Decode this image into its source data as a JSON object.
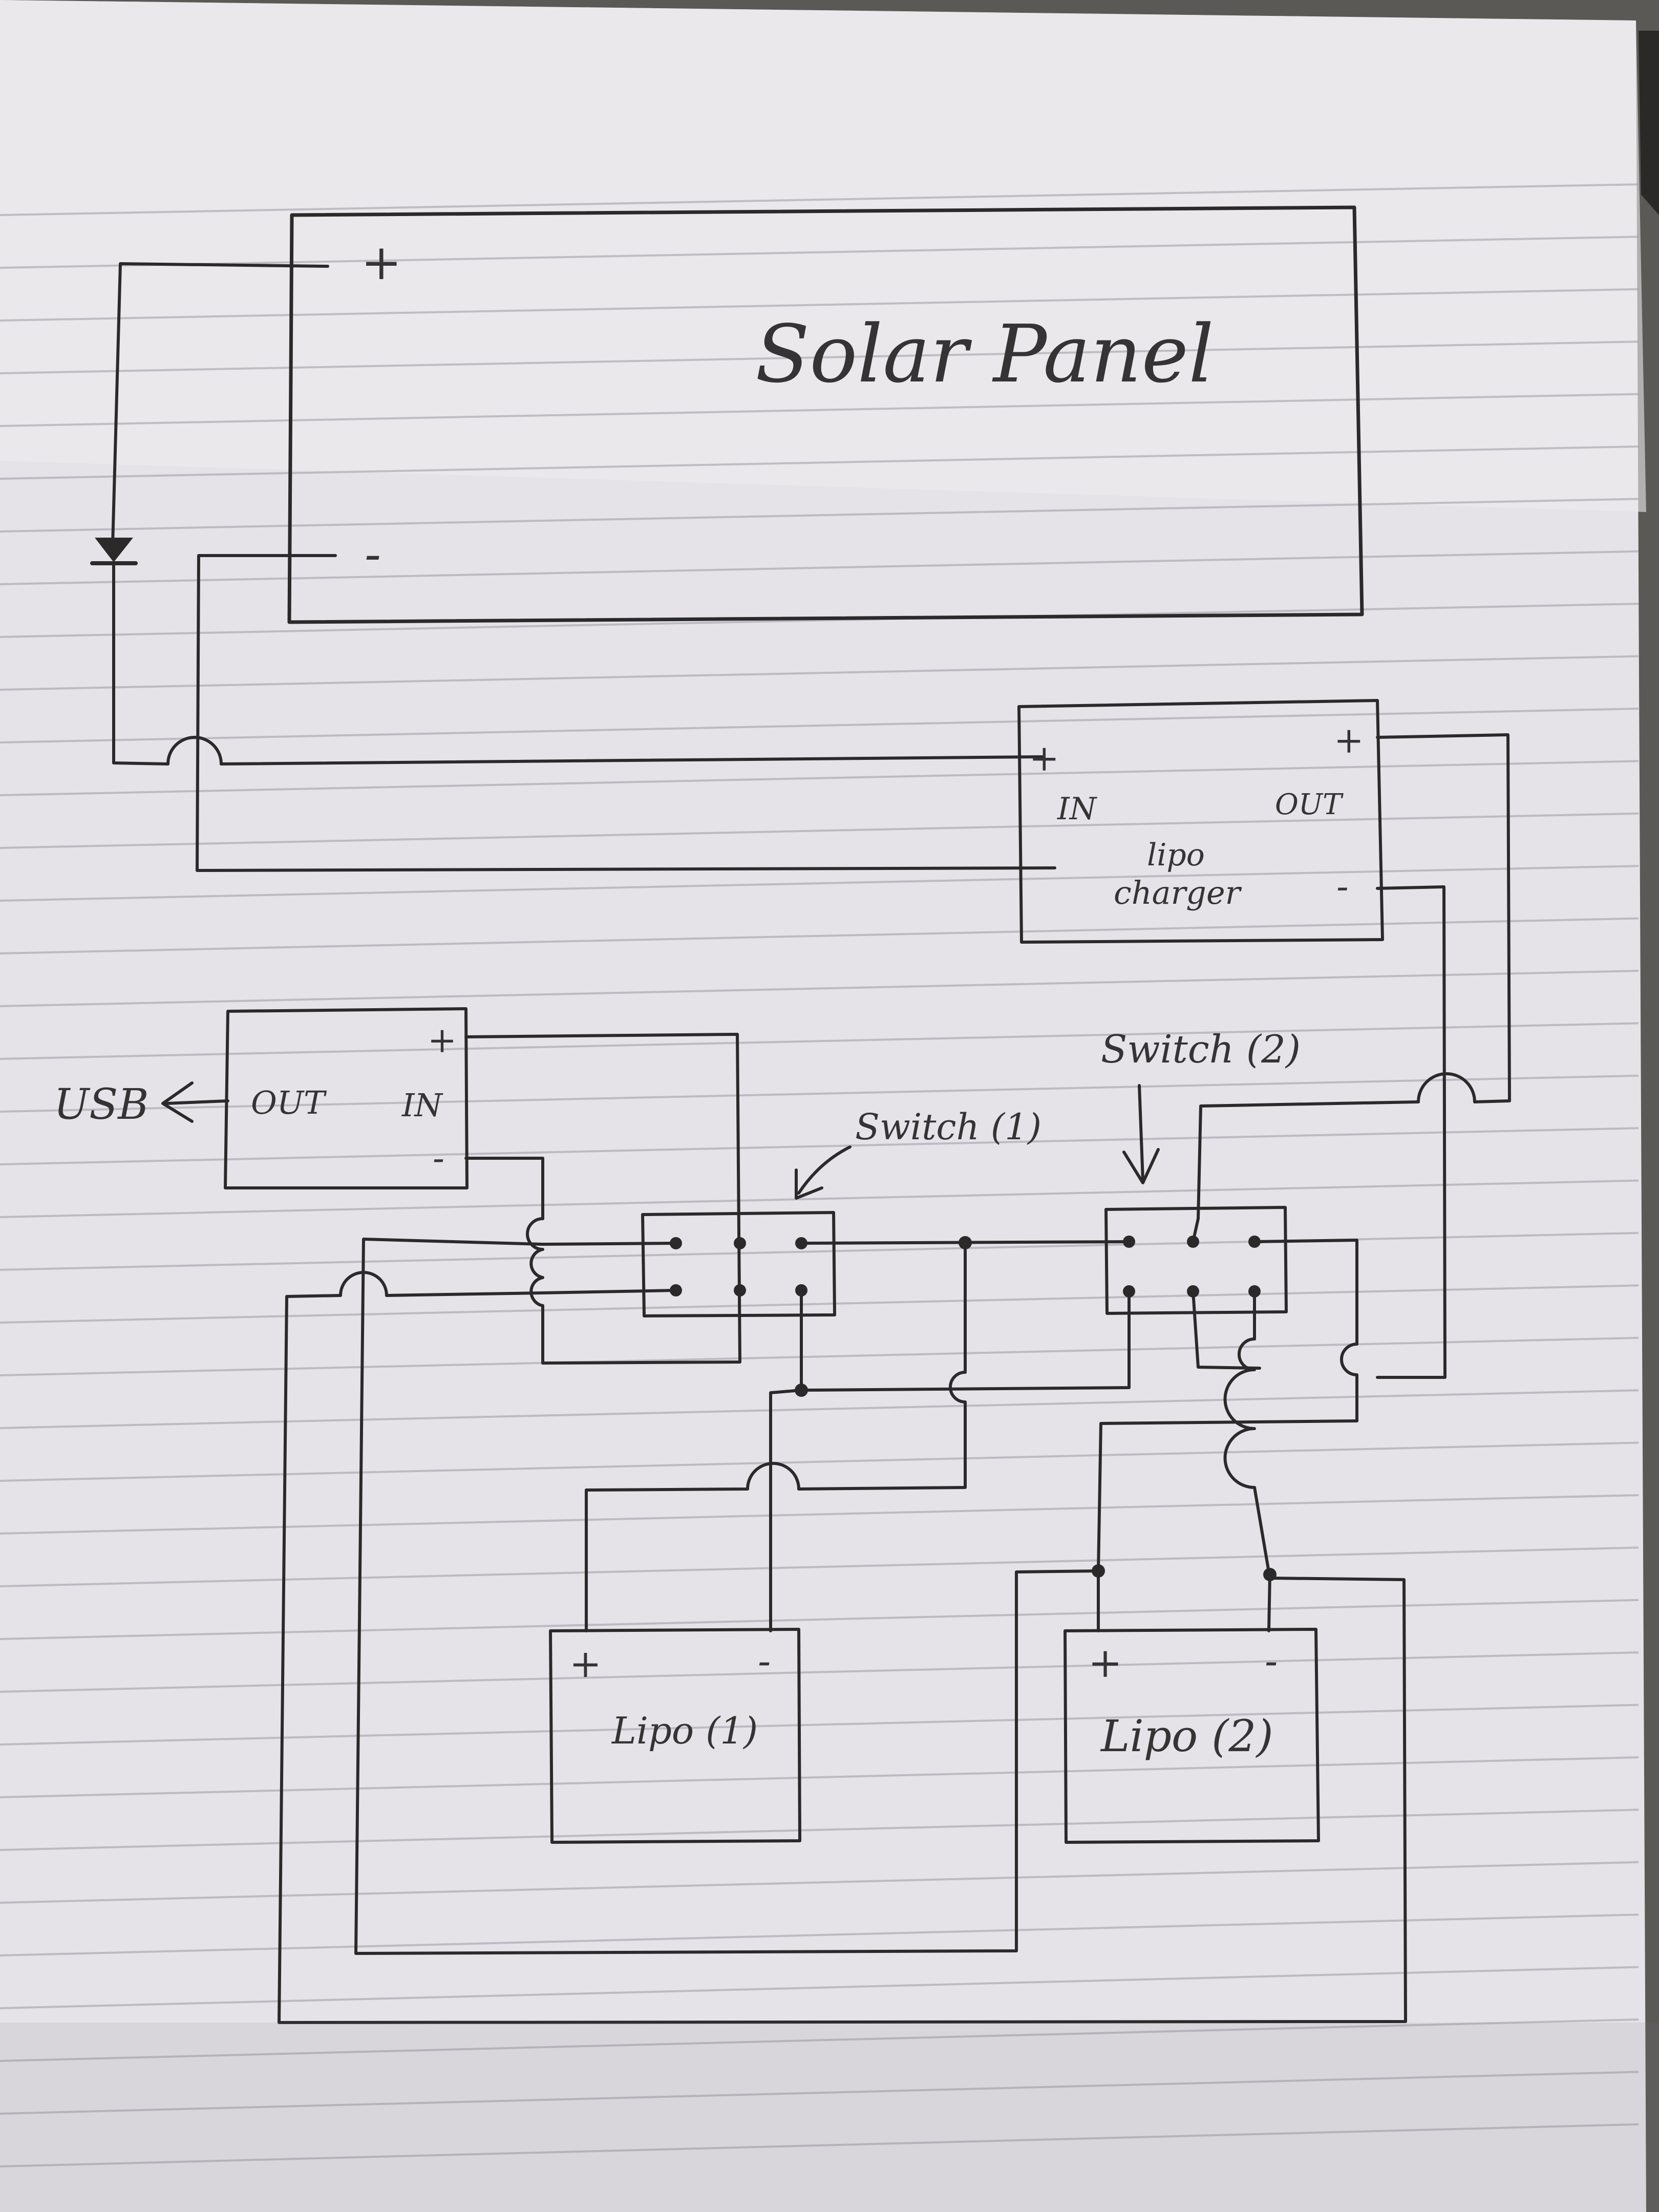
{
  "solar_panel": {
    "title": "Solar Panel",
    "plus": "+",
    "minus": "-"
  },
  "charger": {
    "name_line1": "lipo",
    "name_line2": "charger",
    "plus_in": "+",
    "in": "IN",
    "plus_out": "+",
    "out": "OUT",
    "minus_out": "-"
  },
  "booster": {
    "usb": "USB",
    "out": "OUT",
    "in": "IN",
    "plus": "+",
    "minus": "-"
  },
  "switch1": {
    "label": "Switch (1)"
  },
  "switch2": {
    "label": "Switch (2)"
  },
  "battery1": {
    "label": "Lipo (1)",
    "plus": "+",
    "minus": "-"
  },
  "battery2": {
    "label": "Lipo (2)",
    "plus": "+",
    "minus": "-"
  }
}
